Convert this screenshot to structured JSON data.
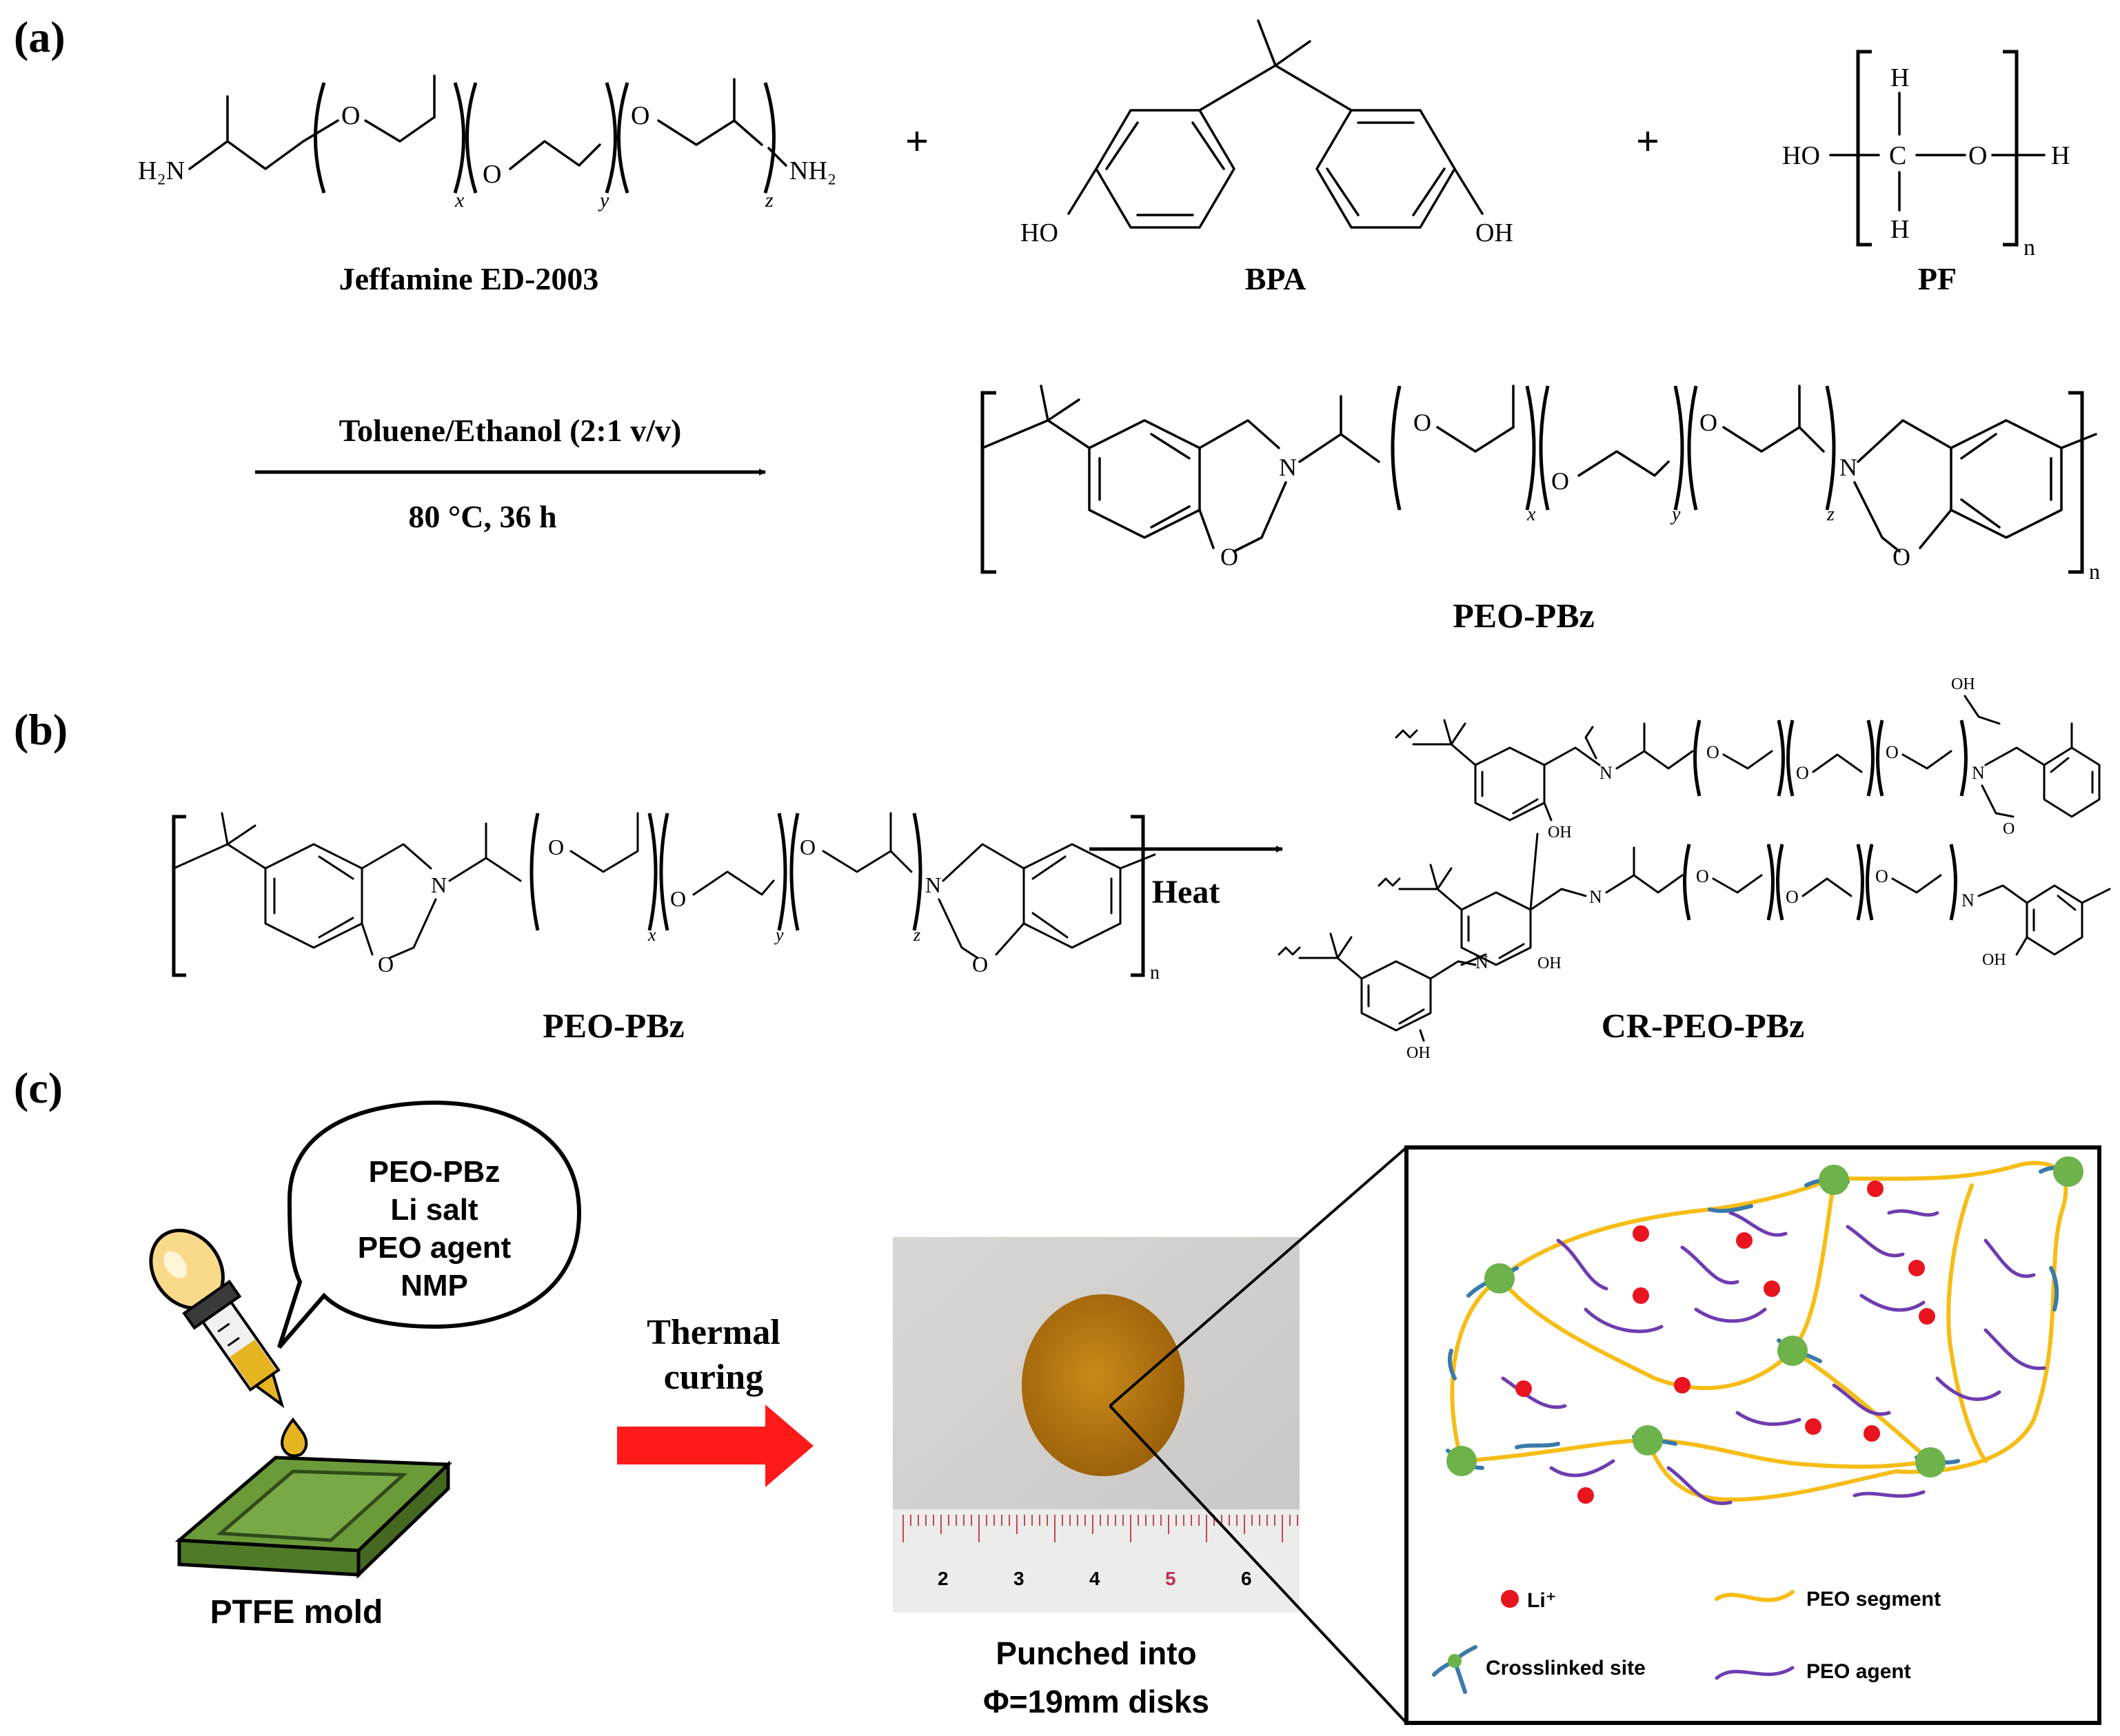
{
  "panels": {
    "a": "(a)",
    "b": "(b)",
    "c": "(c)"
  },
  "reactants": {
    "jeffamine": "Jeffamine ED-2003",
    "bpa": "BPA",
    "pf": "PF",
    "plus": "+"
  },
  "atoms": {
    "h2n": "H₂N",
    "nh2": "NH₂",
    "o": "O",
    "n": "N",
    "oh": "OH",
    "ho": "HO",
    "h": "H",
    "c": "C",
    "x": "x",
    "y": "y",
    "z": "z",
    "n_sub": "n"
  },
  "reaction_a": {
    "conditions_top": "Toluene/Ethanol (2:1 v/v)",
    "conditions_bottom": "80 °C, 36 h",
    "product": "PEO-PBz"
  },
  "reaction_b": {
    "reactant": "PEO-PBz",
    "condition": "Heat",
    "product": "CR-PEO-PBz"
  },
  "panel_c": {
    "bubble_lines": [
      "PEO-PBz",
      "Li salt",
      "PEO agent",
      "NMP"
    ],
    "mold_label": "PTFE mold",
    "process_top": "Thermal",
    "process_bottom": "curing",
    "disk_line1": "Punched into",
    "disk_line2": "Φ=19mm disks",
    "ruler_ticks": [
      "2",
      "3",
      "4",
      "5",
      "6"
    ],
    "legend": {
      "li": "Li⁺",
      "peo_segment": "PEO segment",
      "crosslinked": "Crosslinked site",
      "peo_agent": "PEO agent"
    }
  },
  "colors": {
    "arrow_red": "#ff1a1a",
    "li_dot": "#e8141e",
    "peo_segment": "#f6bd16",
    "peo_agent": "#6e3cb0",
    "crosslink": "#6db24a",
    "chain_blue": "#3a7aa9",
    "mold_green": "#5a8a32",
    "disk_amber": "#b5740e"
  }
}
